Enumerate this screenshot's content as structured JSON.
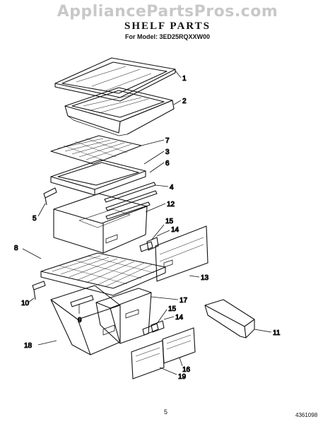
{
  "watermark": "AppliancePartsPros.com",
  "title": "SHELF PARTS",
  "subtitle": "For Model: 3ED25RQXXW00",
  "page_number": "5",
  "document_number": "4361098",
  "callouts": [
    "1",
    "2",
    "7",
    "3",
    "6",
    "4",
    "5",
    "12",
    "15",
    "14",
    "8",
    "13",
    "10",
    "9",
    "17",
    "15",
    "14",
    "11",
    "18",
    "16",
    "19"
  ]
}
